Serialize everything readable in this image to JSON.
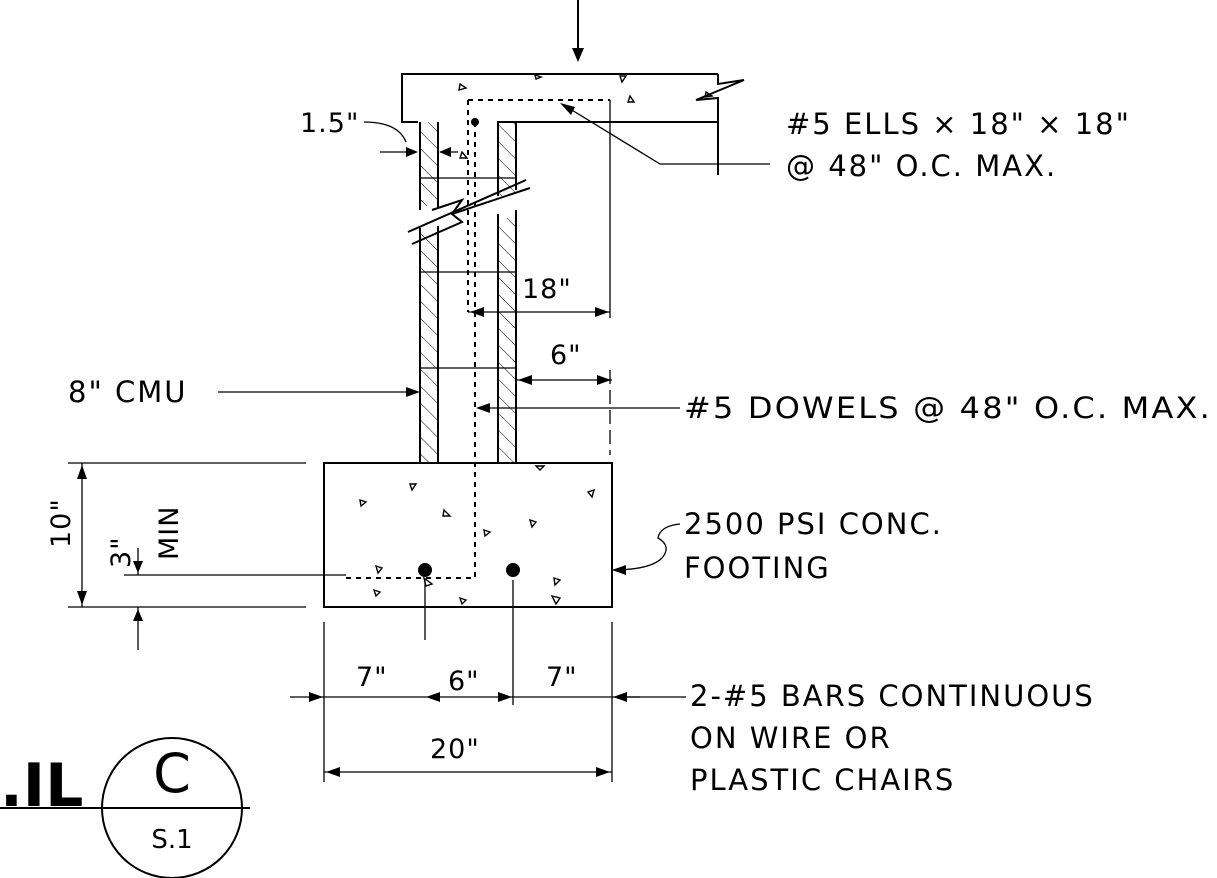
{
  "notes": {
    "ells_line1": "#5 ELLS × 18\" × 18\"",
    "ells_line2": "@ 48\" O.C. MAX.",
    "cmu": "8\" CMU",
    "dowels": "#5 DOWELS @ 48\" O.C. MAX.",
    "conc_line1": "2500 PSI CONC.",
    "conc_line2": "FOOTING",
    "bars_line1": "2-#5 BARS CONTINUOUS",
    "bars_line2": "ON WIRE OR",
    "bars_line3": "PLASTIC CHAIRS"
  },
  "dimensions": {
    "cover_top": "1.5\"",
    "ell_leg": "18\"",
    "dowel_proj": "6\"",
    "footing_depth": "10\"",
    "clear_cover": "3\"",
    "clear_cover_min": "MIN",
    "edge_left": "7\"",
    "bar_spacing": "6\"",
    "edge_right": "7\"",
    "footing_width": "20\""
  },
  "title_block": {
    "partial_title": ".IL",
    "detail_letter": "C",
    "sheet": "S.1"
  }
}
